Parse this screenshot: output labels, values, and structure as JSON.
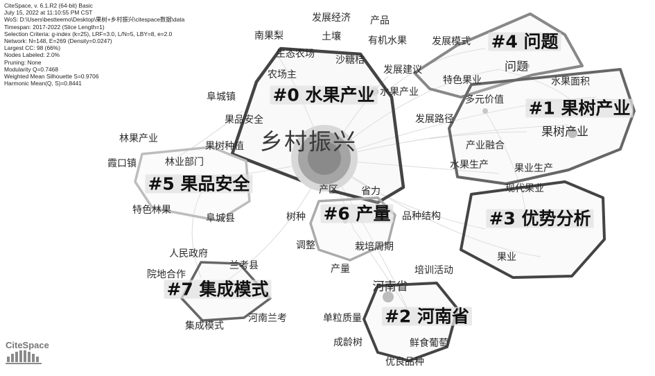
{
  "info_lines": [
    "CiteSpace, v. 6.1.R2 (64-bit) Basic",
    "July 15, 2022 at 11:10:55 PM CST",
    "WoS: D:\\Users\\bestteemo\\Desktop\\果树+乡村振兴\\citespace数据\\data",
    "Timespan: 2017-2022 (Slice Length=1)",
    "Selection Criteria: g-index (k=25), LRF=3.0, L/N=5, LBY=8, e=2.0",
    "Network: N=148, E=269 (Density=0.0247)",
    "Largest CC: 98 (66%)",
    "Nodes Labeled: 2.0%",
    "Pruning: None",
    "Modularity Q=0.7468",
    "Weighted Mean Silhouette S=0.9706",
    "Harmonic Mean(Q, S)=0.8441"
  ],
  "logo": "CiteSpace",
  "clusters": {
    "c0": "#0 水果产业",
    "c1": "#1 果树产业",
    "c2": "#2 河南省",
    "c3": "#3 优势分析",
    "c4": "#4 问题",
    "c5": "#5 果品安全",
    "c6": "#6 产量",
    "c7": "#7 集成模式"
  },
  "keywords": {
    "k01": "发展经济",
    "k02": "产品",
    "k03": "南果梨",
    "k04": "土壤",
    "k05": "有机水果",
    "k06": "发展模式",
    "k07": "问题",
    "k08": "生态农场",
    "k09": "沙糖桔",
    "k10": "发展建议",
    "k11": "农场主",
    "k12": "水果产业",
    "k13": "特色果业",
    "k14": "问题",
    "k15": "水果面积",
    "k16": "阜城镇",
    "k17": "多元价值",
    "k18": "果品安全",
    "k19": "发展路径",
    "k20": "果树产业",
    "k21": "乡村振兴",
    "k22": "林果产业",
    "k23": "果树种植",
    "k24": "产业融合",
    "k25": "霞口镇",
    "k26": "林业部门",
    "k27": "水果生产",
    "k28": "果业生产",
    "k29": "产区",
    "k30": "省力",
    "k31": "现代果业",
    "k32": "特色林果",
    "k33": "阜城县",
    "k34": "树种",
    "k35": "品种结构",
    "k36": "调整",
    "k37": "栽培周期",
    "k38": "人民政府",
    "k39": "兰考县",
    "k40": "果业",
    "k41": "院地合作",
    "k42": "产量",
    "k43": "培训活动",
    "k44": "河南省",
    "k45": "单粒质量",
    "k46": "集成模式",
    "k47": "河南兰考",
    "k48": "成龄树",
    "k49": "鲜食葡萄",
    "k50": "优良品种"
  }
}
